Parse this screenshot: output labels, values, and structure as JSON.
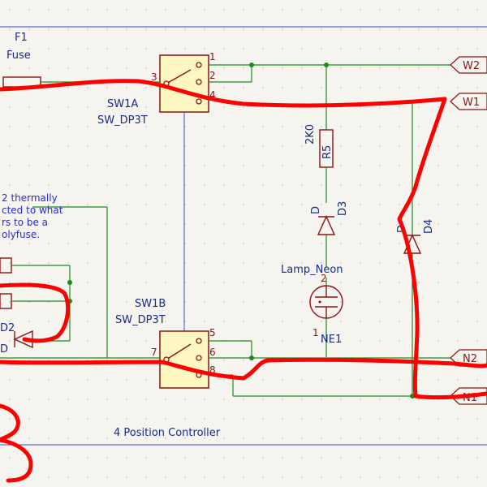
{
  "fuse": {
    "ref": "F1",
    "value": "Fuse"
  },
  "sw1a": {
    "ref": "SW1A",
    "value": "SW_DP3T",
    "pins": [
      "1",
      "2",
      "3",
      "4"
    ]
  },
  "sw1b": {
    "ref": "SW1B",
    "value": "SW_DP3T",
    "pins": [
      "5",
      "6",
      "7",
      "8"
    ]
  },
  "r5": {
    "ref": "R5",
    "value": "2K0"
  },
  "d3": {
    "ref": "D3",
    "pin_label": "D"
  },
  "d4": {
    "ref": "D4",
    "pin_label": "D"
  },
  "ne1": {
    "ref": "NE1",
    "value": "Lamp_Neon",
    "pin1": "1",
    "pin2": "2"
  },
  "d2": {
    "ref": "D2",
    "pin_label": "D"
  },
  "labels": {
    "w2": "W2",
    "w1": "W1",
    "n2": "N2",
    "n1": "N1"
  },
  "note": {
    "line1": "2 thermally",
    "line2": "cted to what",
    "line3": "rs to be a",
    "line4": "olyfuse."
  },
  "footer": {
    "title": "4 Position Controller"
  },
  "colors": {
    "wire": "#1f8a1f",
    "bus": "#3c4bd0",
    "component": "#8a1414",
    "annotation": "#ff0000",
    "text": "#1a2a8a"
  }
}
